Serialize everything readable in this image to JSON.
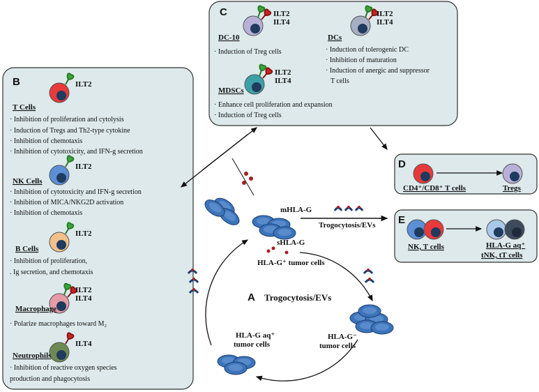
{
  "panel_a": {
    "letter": "A",
    "title": "Trogocytosis/EVs",
    "mhla_g": "mHLA-G",
    "shla_g": "sHLA-G",
    "tumor_pos": "HLA-G⁺ tumor cells",
    "tumor_neg_line1": "HLA-G⁻",
    "tumor_neg_line2": "tumor cells",
    "tumor_aq_line1": "HLA-G aq⁺",
    "tumor_aq_line2": "tumor cells",
    "arrow_label": "Trogocytosis/EVs"
  },
  "panel_b": {
    "letter": "B",
    "receptor_ilt2": "ILT2",
    "receptor_ilt4": "ILT4",
    "tcells": {
      "title": "T Cells",
      "items": [
        "· Inhibition of proliferation and cytolysis",
        "· Induction of Tregs and Th2-type cytokine",
        "· Inhibition of chemotaxis",
        "· Inhibition of cytotoxicity, and IFN-g secretion"
      ]
    },
    "nkcells": {
      "title": "NK Cells",
      "items": [
        "· Inhibition of cytotoxicity and IFN-g secretion",
        "· Inhibition of MICA/NKG2D activation",
        "· Inhibition of chemotaxis"
      ]
    },
    "bcells": {
      "title": "B Cells",
      "items": [
        "· Inhibition of proliferation,",
        ". Ig secretion, and chemotaxis"
      ]
    },
    "macrophage": {
      "title": "Macrophage",
      "items": [
        "· Polarize macrophages toward M₂"
      ]
    },
    "neutrophils": {
      "title": "Neutrophils",
      "items": [
        "· Inhibition of reactive oxygen species",
        "production and phagocytosis"
      ]
    }
  },
  "panel_c": {
    "letter": "C",
    "dc10": {
      "title": "DC-10",
      "items": [
        "· Induction of Treg cells"
      ]
    },
    "dcs": {
      "title": "DCs",
      "items": [
        "· Induction of tolerogenic DC",
        "· Inhibition of maturation",
        "· Induction of anergic and suppressor",
        "T cells"
      ]
    },
    "mdscs": {
      "title": "MDSCs",
      "items": [
        "· Enhance cell proliferation and expansion",
        "· Induction of Treg cells"
      ]
    }
  },
  "panel_d": {
    "letter": "D",
    "source": "CD4⁺/CD8⁺ T cells",
    "target": "Tregs"
  },
  "panel_e": {
    "letter": "E",
    "source": "NK, T cells",
    "target_line1": "HLA-G aq⁺",
    "target_line2": "tNK, tT cells"
  },
  "colors": {
    "panel_fill": "#dde9ea",
    "tcell": "#e8393b",
    "nk": "#5b8fd6",
    "bcell": "#f2c08a",
    "macrophage": "#e59aa6",
    "neutrophil": "#6d8a52",
    "dc10": "#b9b0d8",
    "dcs": "#a7afc3",
    "mdsc": "#3aa1a8",
    "nucleus": "#1f3b5e",
    "tumor": "#3d74b9"
  }
}
